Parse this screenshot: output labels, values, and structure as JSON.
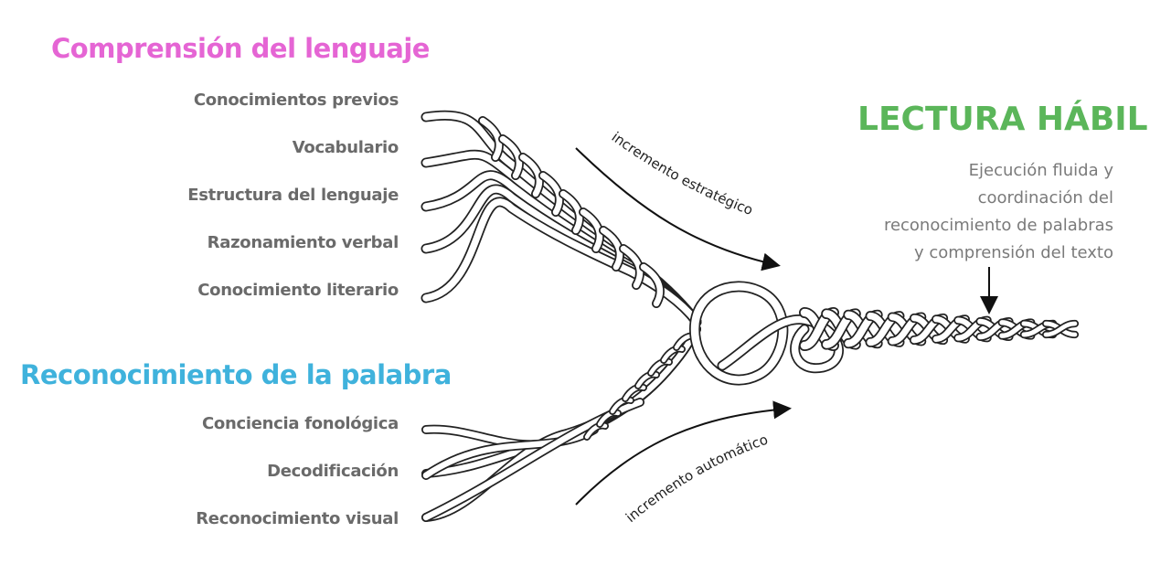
{
  "language_comprehension": {
    "title": "Comprensión del lenguaje",
    "strands": [
      "Conocimientos previos",
      "Vocabulario",
      "Estructura del lenguaje",
      "Razonamiento verbal",
      "Conocimiento literario"
    ]
  },
  "word_recognition": {
    "title": "Reconocimiento de la palabra",
    "strands": [
      "Conciencia fonológica",
      "Decodificación",
      "Reconocimiento visual"
    ]
  },
  "skilled_reading": {
    "title": "LECTURA HÁBIL",
    "description": [
      "Ejecución fluida y",
      "coordinación del",
      "reconocimiento de palabras",
      "y comprensión del texto"
    ]
  },
  "arrows": {
    "strategic": "incremento estratégico",
    "automatic": "incremento automático"
  },
  "colors": {
    "language_comprehension": "#e565d4",
    "word_recognition": "#3fb2dc",
    "skilled_reading": "#5bb65a"
  }
}
